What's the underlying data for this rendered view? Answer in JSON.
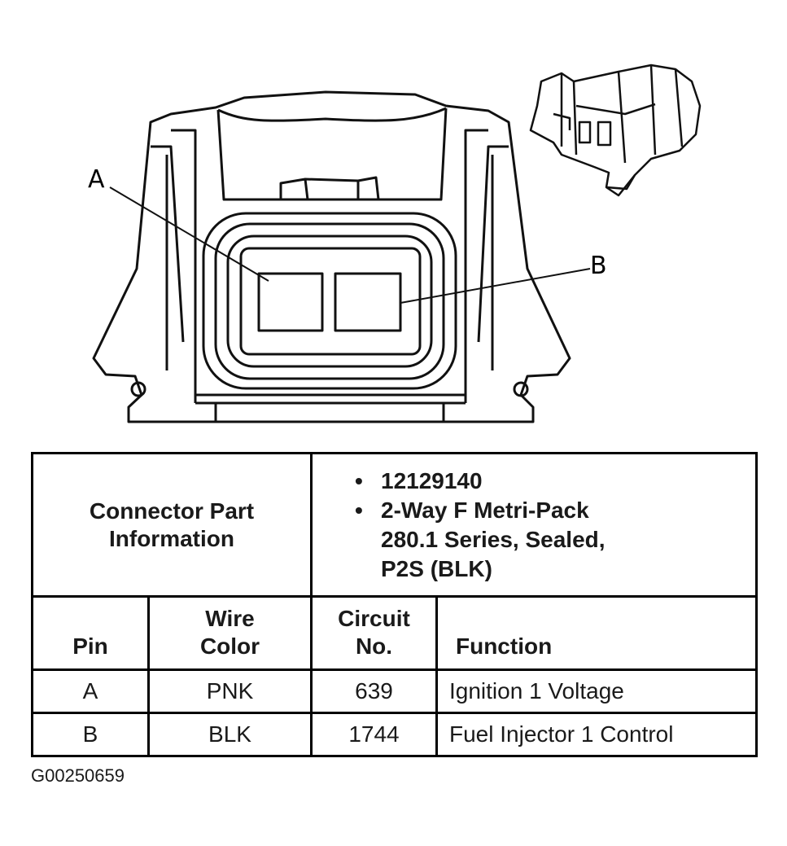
{
  "diagram": {
    "callouts": [
      "A",
      "B"
    ]
  },
  "connector_info": {
    "label_lines": [
      "Connector Part",
      "Information"
    ],
    "bullets": [
      [
        "12129140"
      ],
      [
        "2-Way F Metri-Pack",
        "280.1 Series, Sealed,",
        "P2S (BLK)"
      ]
    ]
  },
  "table": {
    "headers": {
      "pin": [
        "Pin"
      ],
      "wire_color": [
        "Wire",
        "Color"
      ],
      "circuit_no": [
        "Circuit",
        "No."
      ],
      "function": [
        "Function"
      ]
    },
    "rows": [
      {
        "pin": "A",
        "wire_color": "PNK",
        "circuit_no": "639",
        "function": "Ignition 1 Voltage"
      },
      {
        "pin": "B",
        "wire_color": "BLK",
        "circuit_no": "1744",
        "function": "Fuel Injector 1 Control"
      }
    ]
  },
  "caption": "G00250659"
}
